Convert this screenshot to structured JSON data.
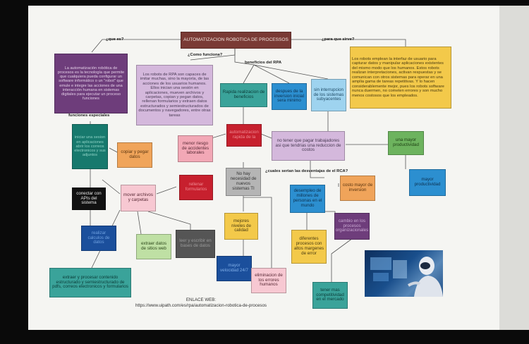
{
  "title": "AUTOMATIZACION ROBOTICA DE PROCESSOS",
  "labels": {
    "que_es": "¿que es?",
    "para_que": "¿para que sirve?",
    "como": "¿Como funciona?",
    "beneficios": "beneficios del RPA",
    "funciones": "funciones especiales",
    "desventajas": "¿cuales serian las desventajas de el RCA?"
  },
  "boxes": {
    "que_es": "La automatización robótica de procesos es la tecnología que permite que cualquiera pueda configurar un software informático o un \"robot\" que emule e integre las acciones de una interacción humana en sistemas digitales para ejecutar un proceso funciones",
    "para_que": "Los robots emplean la interfaz de usuario para capturar datos y manipular aplicaciones existentes del mismo modo que los humanos. Estos robots realizan interpretaciones, activan respuestas y se comunican con otros sistemas para operar en una amplia gama de tareas repetitivas. Y lo hacen considerablemente mejor, pues los robots software nunca duermen, no cometen errores y son mucho menos costosos que los empleados.",
    "como": "Los robots de RPA son capaces de imitar muchas, sino la mayoría, de las acciones de los usuarios humanos. Ellos inician una sesión en aplicaciones, mueven archivos y carpetas, copian y pegan datos, rellenan formularios y extraen datos estructurados y semiestructurados de documentos y navegadores, entre otras tareas",
    "rapida": "Rapida realizacion de beneficios",
    "despues": "despues de la inversion inicial sera minimo",
    "sin_interrupcion": "sin interrupcion de los sistemas subyacentes",
    "funciones_box": "iniciar una sesion en aplicaciones abrir los correos electronicos y sus adjuntos",
    "copiar": "copiar y pegar datos",
    "conectar": "conectar con APIs del sistema",
    "api_sub": "realizar calculos de datos",
    "mover": "mover archivos y carpetas",
    "mover_sub": "rellenar formularios",
    "extraer_web": "extraer datos de sitios web",
    "leer_escribir": "leer y escribir en bases de datos",
    "extraer_pdf": "extraer y procesar contenido estructurado y semiestructurado de pdfs, correos electronicos y formularios",
    "menor_riesgo": "menor riesgo de accidentes laborales",
    "red_box": "automatizacion rapida de la",
    "no_necesidad": "No hay necesidad de nuevos sistemas TI",
    "mejores": "mejores niveles de calidad",
    "blue_small": "mayor velocidad 24/7",
    "eliminacion": "eliminacion de los errores humanos",
    "no_pagar": "no tener que pagar trabajadores asi que tendrias una reduccion de costos",
    "desempleo": "desempleo de millones de personas en el mundo",
    "costo": "costo mayor de inversion",
    "diferentes": "diferentes procesos con altos margenes de error",
    "cambio": "cambio en los procesos organizacionales",
    "competitividad": "tener mas competitividad en el mercado",
    "productividad": "una mayor productividad",
    "mayor_prod": "mayor productividad"
  },
  "footer": {
    "enlace": "ENLACE WEB:",
    "url": "https://www.uipath.com/es/rpa/automatizacion-robotica-de-procesos"
  },
  "colors": {
    "title": "#7a3a35",
    "purple": "#6e3d7b",
    "lavender": "#d4b8dc",
    "orange": "#f0a45a",
    "yellow": "#f3c94a",
    "teal": "#3aa39a",
    "blue": "#2c8fd0",
    "light_blue": "#9ed3ef",
    "red": "#c7202e",
    "pink": "#f2a8b6",
    "green": "#6db35e",
    "navy": "#1b4f9c",
    "dark_teal": "#17796d",
    "gray": "#555555",
    "light_gray": "#b5b5b5",
    "mauve": "#b48ab9",
    "light_green": "#bfe0a4",
    "pale_pink": "#f7c8d2"
  }
}
